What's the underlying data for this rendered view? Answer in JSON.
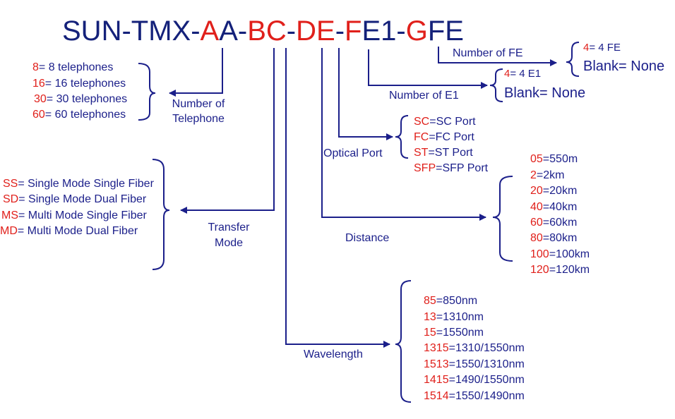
{
  "code": {
    "segments": [
      {
        "text": "SUN-TMX-",
        "red": false
      },
      {
        "text": "A",
        "red": true
      },
      {
        "text": "A-",
        "red": false
      },
      {
        "text": "BC",
        "red": true
      },
      {
        "text": "-",
        "red": false
      },
      {
        "text": "DE",
        "red": true
      },
      {
        "text": "-",
        "red": false
      },
      {
        "text": "F",
        "red": true
      },
      {
        "text": "E1-",
        "red": false
      },
      {
        "text": "G",
        "red": true
      },
      {
        "text": "FE",
        "red": false
      }
    ]
  },
  "labels": {
    "fe": "Number of FE",
    "e1": "Number of E1",
    "telephone_1": "Number of",
    "telephone_2": "Telephone",
    "optical_port": "Optical Port",
    "transfer_1": "Transfer",
    "transfer_2": "Mode",
    "distance": "Distance",
    "wavelength": "Wavelength"
  },
  "telephones": [
    {
      "key": "8",
      "desc": "= 8 telephones"
    },
    {
      "key": "16",
      "desc": "= 16 telephones"
    },
    {
      "key": "30",
      "desc": "= 30 telephones"
    },
    {
      "key": "60",
      "desc": "= 60 telephones"
    }
  ],
  "fe_options": [
    {
      "key": "4",
      "desc": "= 4 FE"
    },
    {
      "key": "",
      "desc": "Blank= None"
    }
  ],
  "e1_options": [
    {
      "key": "4",
      "desc": "= 4 E1"
    },
    {
      "key": "",
      "desc": "Blank= None"
    }
  ],
  "ports": [
    {
      "key": "SC",
      "desc": "=SC Port"
    },
    {
      "key": "FC",
      "desc": "=FC Port"
    },
    {
      "key": "ST",
      "desc": "=ST Port"
    },
    {
      "key": "SFP",
      "desc": "=SFP Port"
    }
  ],
  "modes": [
    {
      "key": "SS",
      "desc": "= Single Mode Single Fiber"
    },
    {
      "key": "SD",
      "desc": "= Single Mode Dual Fiber"
    },
    {
      "key": "MS",
      "desc": "= Multi Mode Single Fiber"
    },
    {
      "key": "MD",
      "desc": "= Multi Mode Dual Fiber"
    }
  ],
  "distances": [
    {
      "key": "05",
      "desc": "=550m"
    },
    {
      "key": "2",
      "desc": "=2km"
    },
    {
      "key": "20",
      "desc": "=20km"
    },
    {
      "key": "40",
      "desc": "=40km"
    },
    {
      "key": "60",
      "desc": "=60km"
    },
    {
      "key": "80",
      "desc": "=80km"
    },
    {
      "key": "100",
      "desc": "=100km"
    },
    {
      "key": "120",
      "desc": "=120km"
    }
  ],
  "wavelengths": [
    {
      "key": "85",
      "desc": "=850nm"
    },
    {
      "key": "13",
      "desc": "=1310nm"
    },
    {
      "key": "15",
      "desc": "=1550nm"
    },
    {
      "key": "1315",
      "desc": "=1310/1550nm"
    },
    {
      "key": "1513",
      "desc": "=1550/1310nm"
    },
    {
      "key": "1415",
      "desc": "=1490/1550nm"
    },
    {
      "key": "1514",
      "desc": "=1550/1490nm"
    }
  ],
  "colors": {
    "text": "#1b1f8a",
    "accent": "#e0201b",
    "line": "#1b1f8a"
  }
}
